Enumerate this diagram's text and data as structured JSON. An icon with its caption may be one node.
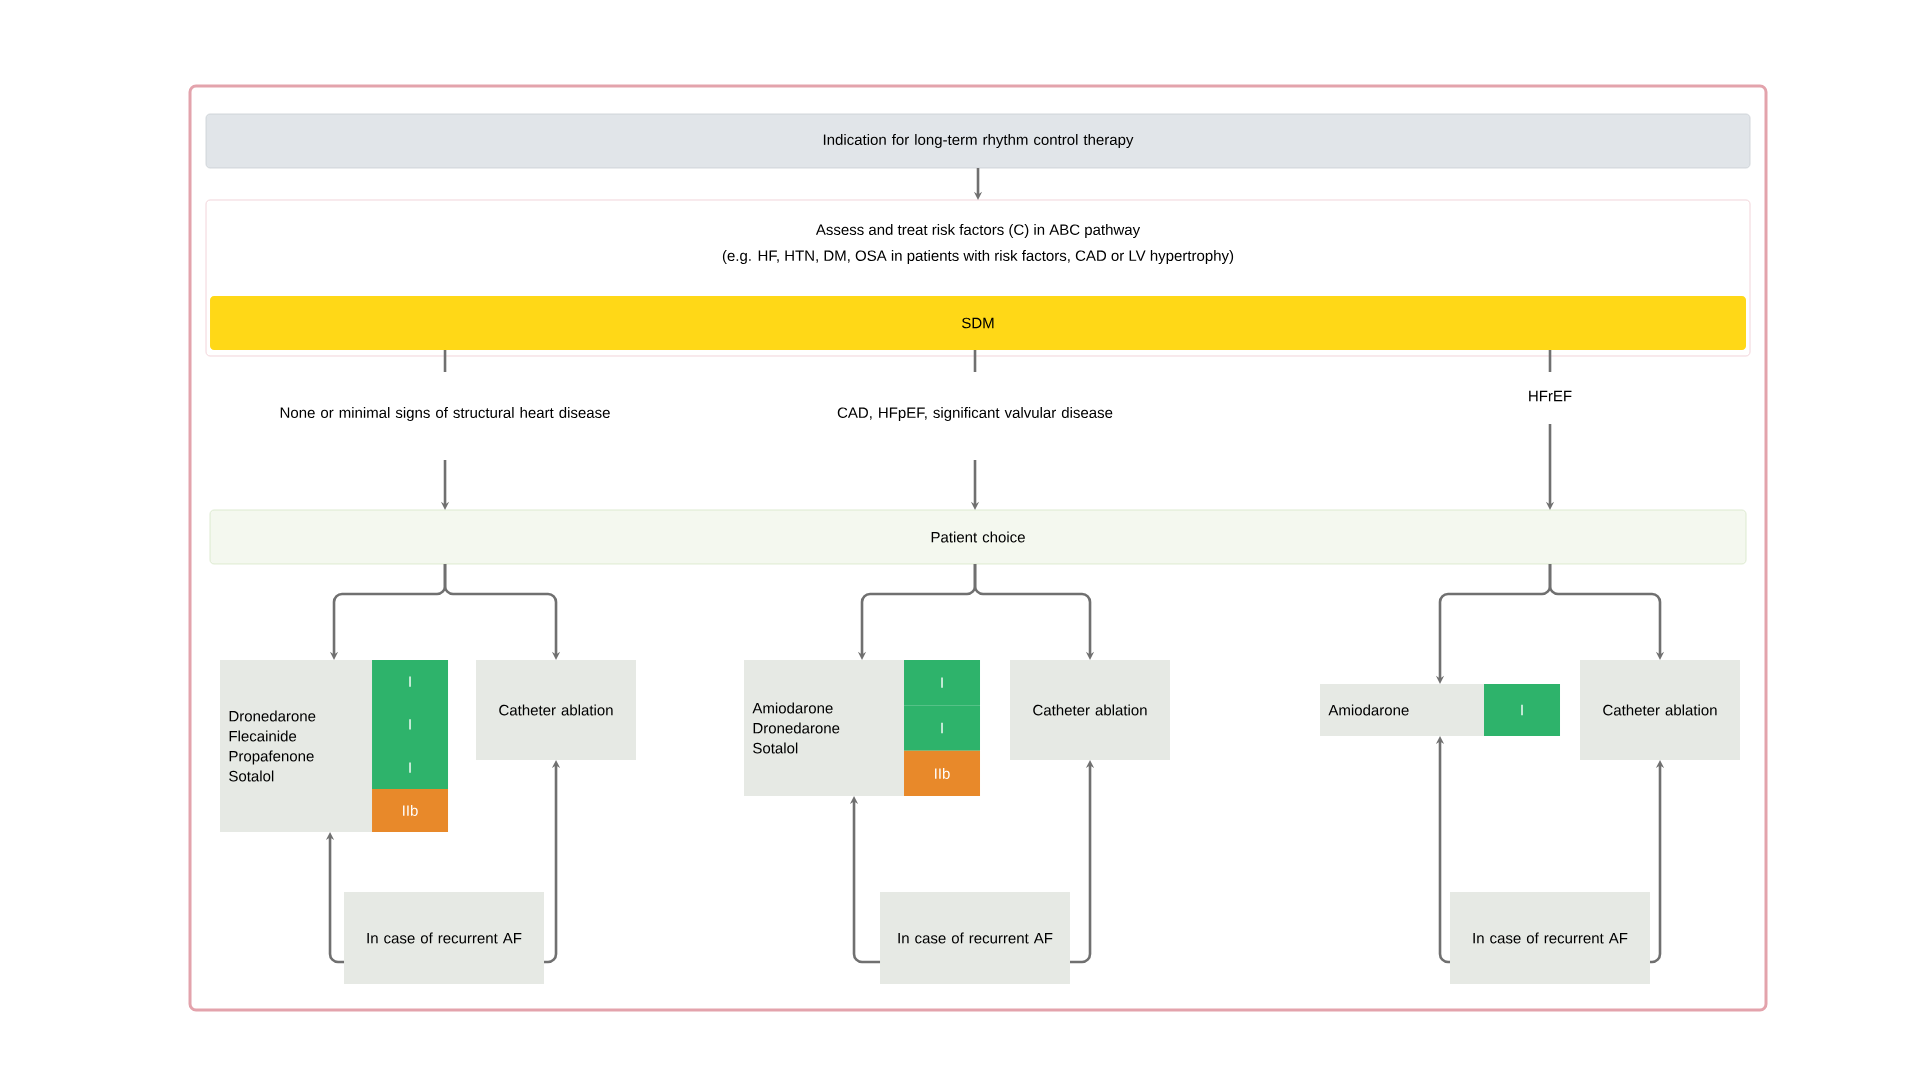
{
  "diagram": {
    "nodes": [
      {
        "text": [
          "Indication for long-term rhythm control therapy"
        ]
      },
      {
        "text": [
          "Assess and treat risk factors (C) in ABC pathway",
          "(e.g. HF, HTN, DM, OSA in patients with risk factors, CAD or LV hypertrophy)"
        ]
      },
      {
        "text": [
          "SDM"
        ],
        "in": 1
      },
      {
        "text": [
          "None or minimal signs of structural heart disease"
        ]
      },
      {
        "text": [
          "CAD, HFpEF, significant valvular disease"
        ]
      },
      {
        "text": [
          "HFrEF"
        ]
      },
      {
        "text": [
          "Patient choice"
        ]
      },
      {
        "text": [
          "Dronedarone",
          "Flecainide",
          "Propafenone",
          "Sotalol"
        ]
      },
      {
        "text": [
          "I"
        ]
      },
      {
        "text": [
          "I"
        ]
      },
      {
        "text": [
          "I"
        ]
      },
      {
        "text": [
          "IIb"
        ]
      },
      {
        "text": [
          "Catheter ablation"
        ]
      },
      {
        "text": [
          "In case of recurrent AF"
        ]
      },
      {
        "text": [
          "Amiodarone",
          "Dronedarone",
          "Sotalol"
        ]
      },
      {
        "text": [
          "I"
        ]
      },
      {
        "text": [
          "I"
        ]
      },
      {
        "text": [
          "IIb"
        ]
      },
      {
        "text": [
          "Catheter ablation"
        ]
      },
      {
        "text": [
          "In case of recurrent AF"
        ]
      },
      {
        "text": [
          "Amiodarone"
        ]
      },
      {
        "text": [
          "I"
        ]
      },
      {
        "text": [
          "Catheter ablation"
        ]
      },
      {
        "text": [
          "In case of recurrent AF"
        ]
      }
    ],
    "edges": [
      {
        "from": 0,
        "to": 1,
        "arrow": "to"
      },
      {
        "from": 2,
        "to": 3,
        "arrow": "none"
      },
      {
        "from": 2,
        "to": 4,
        "arrow": "none"
      },
      {
        "from": 2,
        "to": 5,
        "arrow": "none"
      },
      {
        "from": 3,
        "to": 6,
        "arrow": "to"
      },
      {
        "from": 4,
        "to": 6,
        "arrow": "to"
      },
      {
        "from": 5,
        "to": 6,
        "arrow": "to"
      },
      {
        "from": 6,
        "to": 7,
        "arrow": "to"
      },
      {
        "from": 6,
        "to": 12,
        "arrow": "to"
      },
      {
        "from": 6,
        "to": 14,
        "arrow": "to"
      },
      {
        "from": 6,
        "to": 18,
        "arrow": "to"
      },
      {
        "from": 6,
        "to": 20,
        "arrow": "to"
      },
      {
        "from": 6,
        "to": 22,
        "arrow": "to"
      },
      {
        "from": 13,
        "to": 7,
        "arrow": "to"
      },
      {
        "from": 13,
        "to": 12,
        "arrow": "to"
      },
      {
        "from": 19,
        "to": 14,
        "arrow": "to"
      },
      {
        "from": 19,
        "to": 18,
        "arrow": "to"
      },
      {
        "from": 23,
        "to": 20,
        "arrow": "to"
      },
      {
        "from": 23,
        "to": 22,
        "arrow": "to"
      }
    ]
  }
}
